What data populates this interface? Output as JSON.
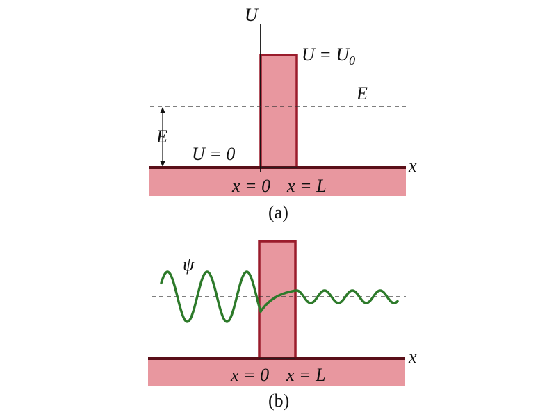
{
  "colors": {
    "barrier_fill": "#e8979f",
    "barrier_stroke": "#9a1c2c",
    "ground_stroke": "#5a0f18",
    "wave": "#2d7a2a",
    "dash": "#333333",
    "ink": "#111111"
  },
  "panel_a": {
    "axis_u_label": "U",
    "barrier_label_lhs": "U = U",
    "barrier_label_sub": "0",
    "energy_right_label": "E",
    "energy_left_label": "E",
    "ground_label": "U = 0",
    "x_axis_label": "x",
    "tick_left_label": "x = 0",
    "tick_right_label": "x = L",
    "caption": "(a)"
  },
  "panel_b": {
    "psi_label": "ψ",
    "x_axis_label": "x",
    "tick_left_label": "x = 0",
    "tick_right_label": "x = L",
    "caption": "(b)"
  }
}
